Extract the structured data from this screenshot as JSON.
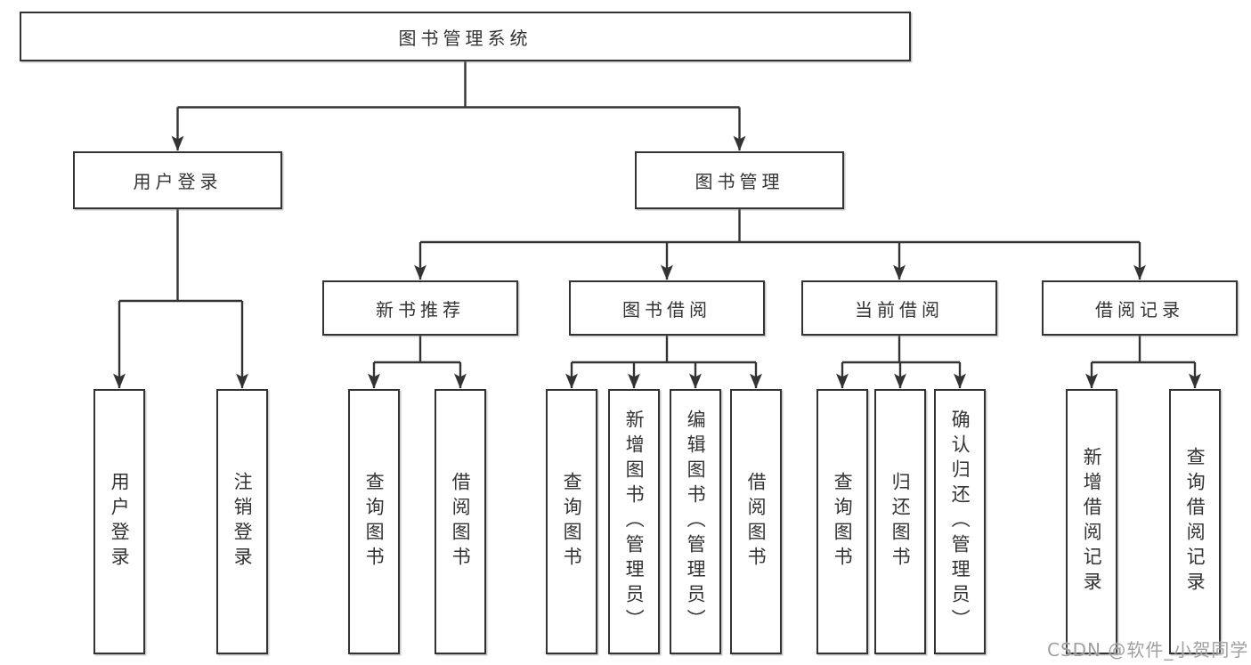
{
  "nodes": {
    "root": "图书管理系统",
    "user_login": "用户登录",
    "book_manage": "图书管理",
    "new_books": "新书推荐",
    "book_borrow": "图书借阅",
    "current_borrow": "当前借阅",
    "borrow_records": "借阅记录",
    "leaves": {
      "user_login": [
        "用户登录",
        "注销登录"
      ],
      "new_books": [
        "查询图书",
        "借阅图书"
      ],
      "book_borrow": [
        "查询图书",
        "新增图书（管理员）",
        "编辑图书（管理员）",
        "借阅图书"
      ],
      "current_borrow": [
        "查询图书",
        "归还图书",
        "确认归还（管理员）"
      ],
      "borrow_records": [
        "新增借阅记录",
        "查询借阅记录"
      ]
    }
  },
  "watermark": "CSDN @软件_小贺同学",
  "colors": {
    "line": "#333333",
    "box_border": "#333333",
    "text": "#333333",
    "watermark": "#969696"
  }
}
